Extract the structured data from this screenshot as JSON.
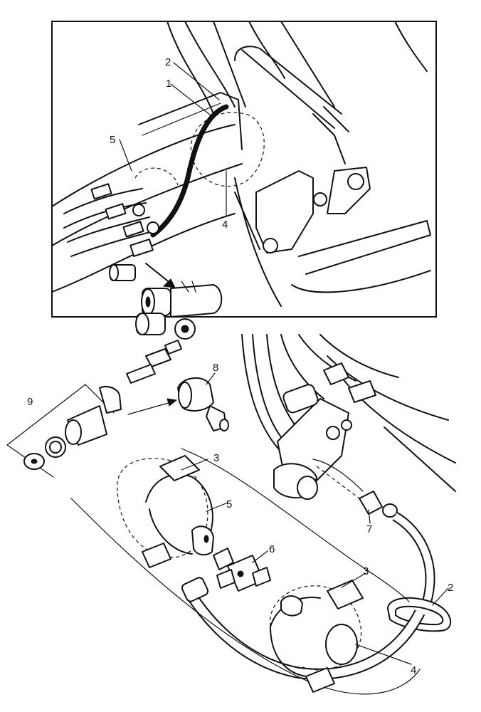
{
  "callouts": {
    "top_2": "2",
    "top_1": "1",
    "top_5": "5",
    "top_4": "4",
    "c8": "8",
    "c9": "9",
    "c3a": "3",
    "c5": "5",
    "c6": "6",
    "c7": "7",
    "c3b": "3",
    "c2": "2",
    "c4": "4"
  }
}
